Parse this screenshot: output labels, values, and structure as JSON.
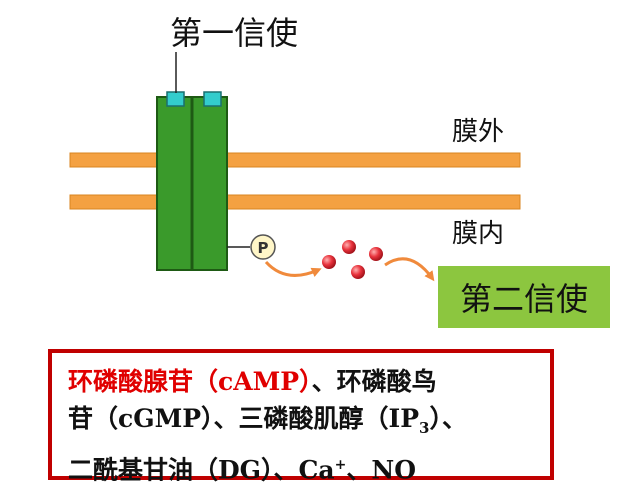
{
  "labels": {
    "first_messenger": "第一信使",
    "outside_membrane": "膜外",
    "inside_membrane": "膜内",
    "second_messenger": "第二信使",
    "phosphate": "P"
  },
  "examples": {
    "line1_red": "环磷酸腺苷（cAMP）",
    "line1_rest": "、环磷酸鸟",
    "line2_a": "苷（cGMP）、三磷酸肌醇（IP",
    "line2_sub": "3",
    "line2_b": "）、",
    "line3_a": "二酰基甘油（DG）、Ca",
    "line3_sup": "+",
    "line3_b": "、NO"
  },
  "colors": {
    "membrane": "#f4a142",
    "receptor": "#3a9a2b",
    "receptor_site": "#33cccc",
    "second_messenger_box": "#8cc63f",
    "particle": "#e8323c",
    "arrow": "#f08a3c",
    "example_border": "#c00000",
    "example_highlight": "#e00000"
  }
}
